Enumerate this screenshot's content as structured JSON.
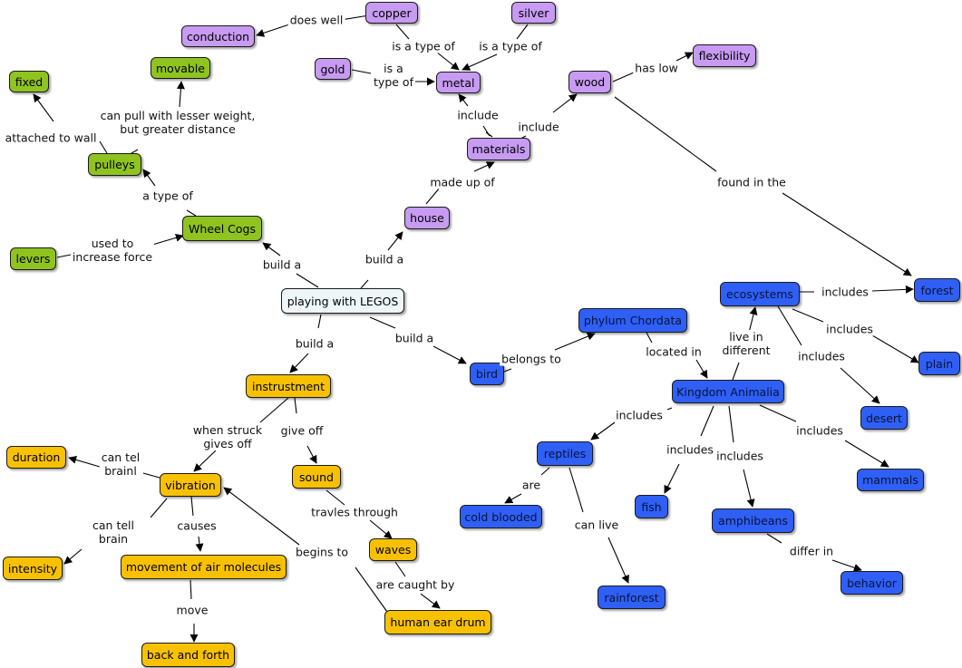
{
  "colors": {
    "purple": "#c79bf2",
    "green": "#8fc31f",
    "yellow": "#f8c100",
    "blue": "#2f5ff5",
    "root": "#eef6f8",
    "line": "#000000"
  },
  "nodes": {
    "copper": "copper",
    "silver": "silver",
    "conduction": "conduction",
    "gold": "gold",
    "metal": "metal",
    "wood": "wood",
    "flexibility": "flexibility",
    "materials": "materials",
    "house": "house",
    "fixed": "fixed",
    "movable": "movable",
    "pulleys": "pulleys",
    "wheel_cogs": "Wheel Cogs",
    "levers": "levers",
    "legos": "playing with LEGOS",
    "forest": "forest",
    "ecosystems": "ecosystems",
    "phylum": "phylum Chordata",
    "bird": "bird",
    "plain": "plain",
    "kingdom": "Kingdom Animalia",
    "desert": "desert",
    "reptiles": "reptiles",
    "mammals": "mammals",
    "cold_blooded": "cold blooded",
    "fish": "fish",
    "amphibeans": "amphibeans",
    "rainforest": "rainforest",
    "behavior": "behavior",
    "instrument": "instrustment",
    "duration": "duration",
    "vibration": "vibration",
    "sound": "sound",
    "intensity": "intensity",
    "movement": "movement of air molecules",
    "waves": "waves",
    "ear_drum": "human ear drum",
    "back_forth": "back and forth"
  },
  "links": {
    "does_well": "does well",
    "copper_type": "is a type of",
    "silver_type": "is a type of",
    "gold_type": "is a\ntype of",
    "has_low": "has low",
    "include_metal": "include",
    "include_wood": "include",
    "made_up_of": "made up of",
    "found_in": "found in the",
    "can_pull": "can pull with lesser weight,\nbut greater distance",
    "attached": "attached to wall",
    "a_type_of": "a type of",
    "used_to": "used to\nincrease force",
    "build_wheel": "build a",
    "build_house": "build a",
    "build_instrument": "build a",
    "build_bird": "build a",
    "belongs_to": "belongs to",
    "eco_includes_forest": "includes",
    "eco_includes_plain": "includes",
    "eco_includes_desert": "includes",
    "live_in": "live in\ndifferent",
    "located_in": "located in",
    "k_includes_reptiles": "includes",
    "k_includes_fish": "includes",
    "k_includes_amph": "includes",
    "k_includes_mammals": "includes",
    "are": "are",
    "can_live": "can live",
    "differ_in": "differ in",
    "when_struck": "when struck\ngives off",
    "give_off": "give off",
    "can_tel": "can tel\nbrainl",
    "can_tell": "can tell\nbrain",
    "causes": "causes",
    "travles": "travles through",
    "begins_to": "begins to",
    "caught_by": "are caught by",
    "move": "move"
  }
}
